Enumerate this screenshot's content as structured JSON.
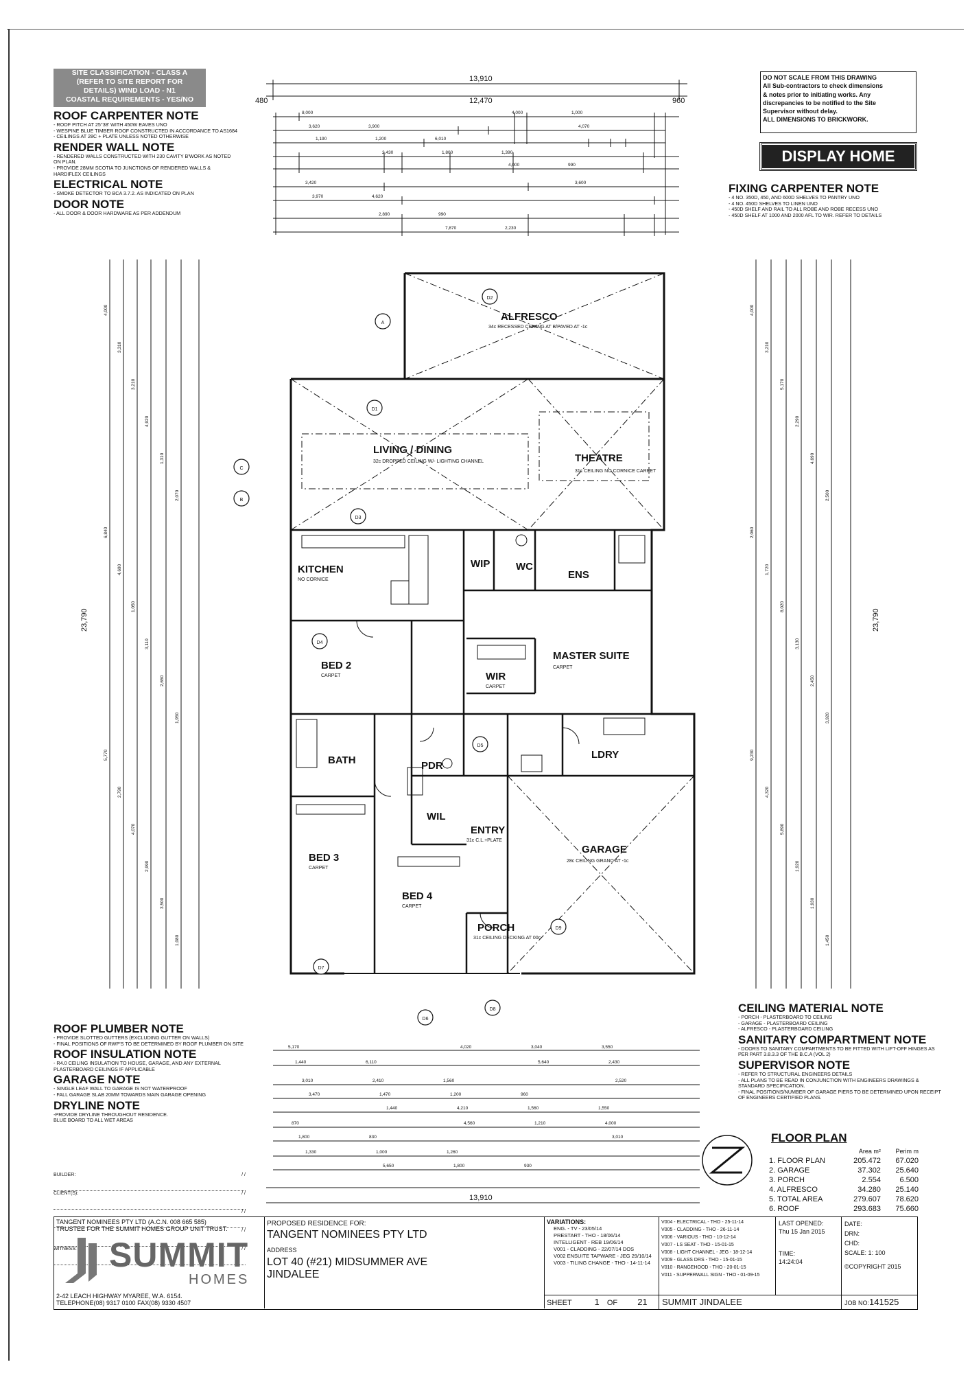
{
  "site_box": {
    "lines": [
      "SITE CLASSIFICATION - CLASS A",
      "(REFER TO SITE REPORT FOR",
      "DETAILS) WIND LOAD - N1",
      "COASTAL REQUIREMENTS - YES/NO"
    ]
  },
  "notes_left": [
    {
      "title": "ROOF CARPENTER NOTE",
      "items": [
        "- ROOF PITCH AT 25°38' WITH 450W EAVES UNO",
        "- WESPINE BLUE TIMBER ROOF CONSTRUCTED IN ACCORDANCE TO AS1684",
        "- CEILINGS AT 28c + PLATE UNLESS NOTED OTHERWISE"
      ]
    },
    {
      "title": "RENDER WALL NOTE",
      "items": [
        "- RENDERED WALLS CONSTRUCTED WITH 230 CAVITY B'WORK AS NOTED ON PLAN.",
        "- PROVIDE 28mm SCOTIA TO JUNCTIONS OF RENDERED WALLS & HARDIFLEX CEILINGS"
      ]
    },
    {
      "title": "ELECTRICAL NOTE",
      "items": [
        "- SMOKE DETECTOR TO BCA 3.7.2. AS INDICATED ON PLAN"
      ]
    },
    {
      "title": "DOOR NOTE",
      "items": [
        "- ALL DOOR & DOOR HARDWARE AS PER ADDENDUM"
      ]
    }
  ],
  "notes_bottom_left": [
    {
      "title": "ROOF PLUMBER NOTE",
      "items": [
        "- PROVIDE SLOTTED GUTTERS (EXCLUDING GUTTER ON WALLS)",
        "- FINAL POSITIONS OF RWP'S TO BE DETERMINED BY ROOF PLUMBER ON SITE"
      ]
    },
    {
      "title": "ROOF INSULATION NOTE",
      "items": [
        "- R4.0 CEILING INSULATION TO HOUSE, GARAGE, AND ANY EXTERNAL PLASTERBOARD CEILINGS IF APPLICABLE"
      ]
    },
    {
      "title": "GARAGE NOTE",
      "items": [
        "- SINGLE LEAF WALL TO GARAGE IS NOT WATERPROOF",
        "- FALL GARAGE SLAB 20mm TOWARDS MAIN GARAGE OPENING"
      ]
    },
    {
      "title": "DRYLINE NOTE",
      "items": [
        "-PROVIDE DRYLINE THROUGHOUT RESIDENCE.",
        "BLUE BOARD TO ALL WET AREAS"
      ]
    }
  ],
  "signatures": [
    "BUILDER:",
    "CLIENT(S):",
    "",
    "",
    "WITNESS:"
  ],
  "date_placeholder": "/ /",
  "top_right": {
    "warning_lines": [
      "DO NOT SCALE FROM THIS DRAWING",
      "All Sub-contractors to check dimensions",
      "& notes prior to initiating works. Any",
      "discrepancies to be notified to the Site",
      "Supervisor without delay.",
      "ALL DIMENSIONS TO BRICKWORK."
    ],
    "display_home": "DISPLAY HOME",
    "fixing_title": "FIXING CARPENTER NOTE",
    "fixing_items": [
      "- 4 No. 350D, 450, AND 600D SHELVES TO PANTRY UNO",
      "- 4 No. 450D SHELVES TO LINEN UNO",
      "- 450D SHELF AND RAIL TO ALL ROBE AND ROBE RECESS UNO",
      "- 450D SHELF AT 1000 AND 2000 AFL TO WIR. REFER TO DETAILS"
    ]
  },
  "notes_right": [
    {
      "title": "CEILING MATERIAL NOTE",
      "items": [
        "- PORCH - PLASTERBOARD TO CEILING",
        "- GARAGE - PLASTERBOARD CEILING",
        "- ALFRESCO - PLASTERBOARD CEILING"
      ]
    },
    {
      "title": "SANITARY COMPARTMENT NOTE",
      "items": [
        "- DOORS TO SANITARY COMPARTMENTS TO BE FITTED WITH LIFT-OFF HINGES AS PER PART 3.8.3.3 OF THE B.C.A (VOL 2)"
      ]
    },
    {
      "title": "SUPERVISOR NOTE",
      "items": [
        "- REFER TO STRUCTURAL ENGINEERS DETAILS",
        "- ALL PLANS TO BE READ IN CONJUNCTION WITH ENGINEERS DRAWINGS & STANDARD SPECIFICATION.",
        "- FINAL POSITIONS/NUMBER OF GARAGE PIERS TO BE DETERMINED UPON RECEIPT OF ENGINEERS CERTIFIED PLANS."
      ]
    }
  ],
  "floor_plan_table": {
    "title": "FLOOR PLAN",
    "headers": [
      "",
      "Area m²",
      "Perim m"
    ],
    "rows": [
      [
        "1. FLOOR PLAN",
        "205.472",
        "67.020"
      ],
      [
        "2. GARAGE",
        "37.302",
        "25.640"
      ],
      [
        "3. PORCH",
        "2.554",
        "6.500"
      ],
      [
        "4. ALFRESCO",
        "34.280",
        "25.140"
      ],
      [
        "5. TOTAL AREA",
        "279.607",
        "78.620"
      ],
      [
        "6. ROOF",
        "293.683",
        "75.660"
      ]
    ]
  },
  "rooms": [
    {
      "name": "ALFRESCO",
      "sub": "34c RECESSED CEILING AT B/PAVED AT -1c"
    },
    {
      "name": "LIVING / DINING",
      "sub": "32c DROPPED CEILING W/- LIGHTING CHANNEL"
    },
    {
      "name": "THEATRE",
      "sub": "31c CEILING NO CORNICE CARPET"
    },
    {
      "name": "KITCHEN",
      "sub": "NO CORNICE"
    },
    {
      "name": "WIP",
      "sub": ""
    },
    {
      "name": "WC",
      "sub": ""
    },
    {
      "name": "ENS",
      "sub": ""
    },
    {
      "name": "BED 2",
      "sub": "CARPET"
    },
    {
      "name": "MASTER SUITE",
      "sub": "CARPET"
    },
    {
      "name": "WIR",
      "sub": "CARPET"
    },
    {
      "name": "BATH",
      "sub": ""
    },
    {
      "name": "PDR",
      "sub": ""
    },
    {
      "name": "LDRY",
      "sub": ""
    },
    {
      "name": "WIL",
      "sub": ""
    },
    {
      "name": "ENTRY",
      "sub": "31c C.L.+PLATE"
    },
    {
      "name": "GARAGE",
      "sub": "28c CEILING GRANO AT -1c"
    },
    {
      "name": "BED 3",
      "sub": "CARPET"
    },
    {
      "name": "BED 4",
      "sub": "CARPET"
    },
    {
      "name": "PORCH",
      "sub": "31c CEILING DECKING AT 00c"
    }
  ],
  "overall_dims": {
    "top_oall": "13,910",
    "top_inner": "12,470",
    "top_left": "480",
    "top_right": "960",
    "bottom_oall": "13,910",
    "left_oall": "23,790",
    "right_oall": "23,790"
  },
  "top_dims_row": [
    "8,000",
    "3,900",
    "6,010",
    "1,390",
    "990",
    "3,420",
    "4,620",
    "990",
    "2,230",
    "1,000",
    "3,620",
    "1,200",
    "1,800",
    "4,000",
    "3,600",
    "3,970",
    "2,890",
    "7,870",
    "4,000",
    "4,070",
    "1,190",
    "2,430"
  ],
  "bottom_dims_row": [
    "5,170",
    "6,110",
    "1,560",
    "960",
    "1,550",
    "870",
    "830",
    "1,260",
    "930",
    "3,550",
    "1,440",
    "2,410",
    "1,200",
    "1,560",
    "4,000",
    "1,800",
    "1,000",
    "1,800",
    "3,040",
    "2,430",
    "3,010",
    "1,470",
    "4,210",
    "1,210",
    "3,010",
    "1,330",
    "5,650",
    "4,020",
    "5,640",
    "2,520",
    "3,470",
    "1,440",
    "4,560"
  ],
  "left_dims": [
    "4,000",
    "3,310",
    "3,210",
    "4,920",
    "1,310",
    "2,070",
    "6,840",
    "4,690",
    "1,050",
    "3,110",
    "2,650",
    "1,950",
    "5,770",
    "2,790",
    "4,070",
    "2,990",
    "3,500",
    "1,080"
  ],
  "right_dims": [
    "4,000",
    "3,210",
    "5,170",
    "2,290",
    "4,690",
    "2,500",
    "2,060",
    "1,720",
    "8,020",
    "3,130",
    "2,450",
    "3,920",
    "9,230",
    "4,320",
    "5,890",
    "1,920",
    "1,930",
    "1,450"
  ],
  "section_markers": [
    "A",
    "B",
    "C",
    "D1",
    "D2",
    "D3",
    "D4",
    "D5",
    "D6",
    "D7",
    "D8",
    "D9"
  ],
  "title_block": {
    "company_line1": "TANGENT NOMINEES PTY LTD (A.C.N. 008 665 585)",
    "company_line2": "TRUSTEE FOR THE SUMMIT HOMES GROUP UNIT TRUST.",
    "logo_word": "SUMMIT",
    "logo_sub": "HOMES",
    "address_line1": "2-42 LEACH HIGHWAY MYAREE, W.A. 6154.",
    "address_line2": "TELEPHONE(08) 9317 0100 FAX(08) 9330 4507",
    "proposed_label": "PROPOSED RESIDENCE FOR:",
    "client": "TANGENT NOMINEES PTY LTD",
    "address_label": "ADDRESS",
    "site_address": "LOT 40 (#21) MIDSUMMER AVE",
    "suburb": "JINDALEE",
    "variations_label": "VARIATIONS:",
    "variations_left": [
      "ENG. - TV - 23/05/14",
      "PRESTART - THO - 18/06/14",
      "INTELLIGENT - REB 19/06/14",
      "V001 - CLADDING - 22/07/14 DOS",
      "V002 ENSUITE TAPWARE - JEG 29/10/14",
      "V003 - TILING CHANGE - THO - 14-11-14"
    ],
    "variations_right": [
      "V004 - ELECTRICAL - THO - 25-11-14",
      "V005 - CLADDING - THO - 26-11-14",
      "V006 - VARIOUS - THO - 10-12-14",
      "V007 - LS SEAT - THO - 15-01-15",
      "V008 - LIGHT CHANNEL - JEG - 18-12-14",
      "V009 - GLASS DRS - THO - 15-01-15",
      "V010 - RANGEHOOD - THO - 20-01-15",
      "V011 - SUPPERWALL SIGN - THO - 01-09-15"
    ],
    "last_opened_label": "LAST OPENED:",
    "last_opened": "Thu 15 Jan 2015",
    "time_label": "TIME:",
    "time": "14:24:04",
    "date_label": "DATE:",
    "drn_label": "DRN:",
    "chd_label": "CHD:",
    "scale": "SCALE: 1: 100",
    "copyright": "©COPYRIGHT 2015",
    "sheet_label": "SHEET",
    "sheet_no": "1",
    "of_label": "OF",
    "sheet_total": "21",
    "job_title": "SUMMIT JINDALEE",
    "job_no_label": "JOB NO:",
    "job_no": "141525"
  },
  "colors": {
    "ink": "#111111",
    "panel": "#222222",
    "page": "#ffffff",
    "grey_box": "#8a8a8a"
  }
}
